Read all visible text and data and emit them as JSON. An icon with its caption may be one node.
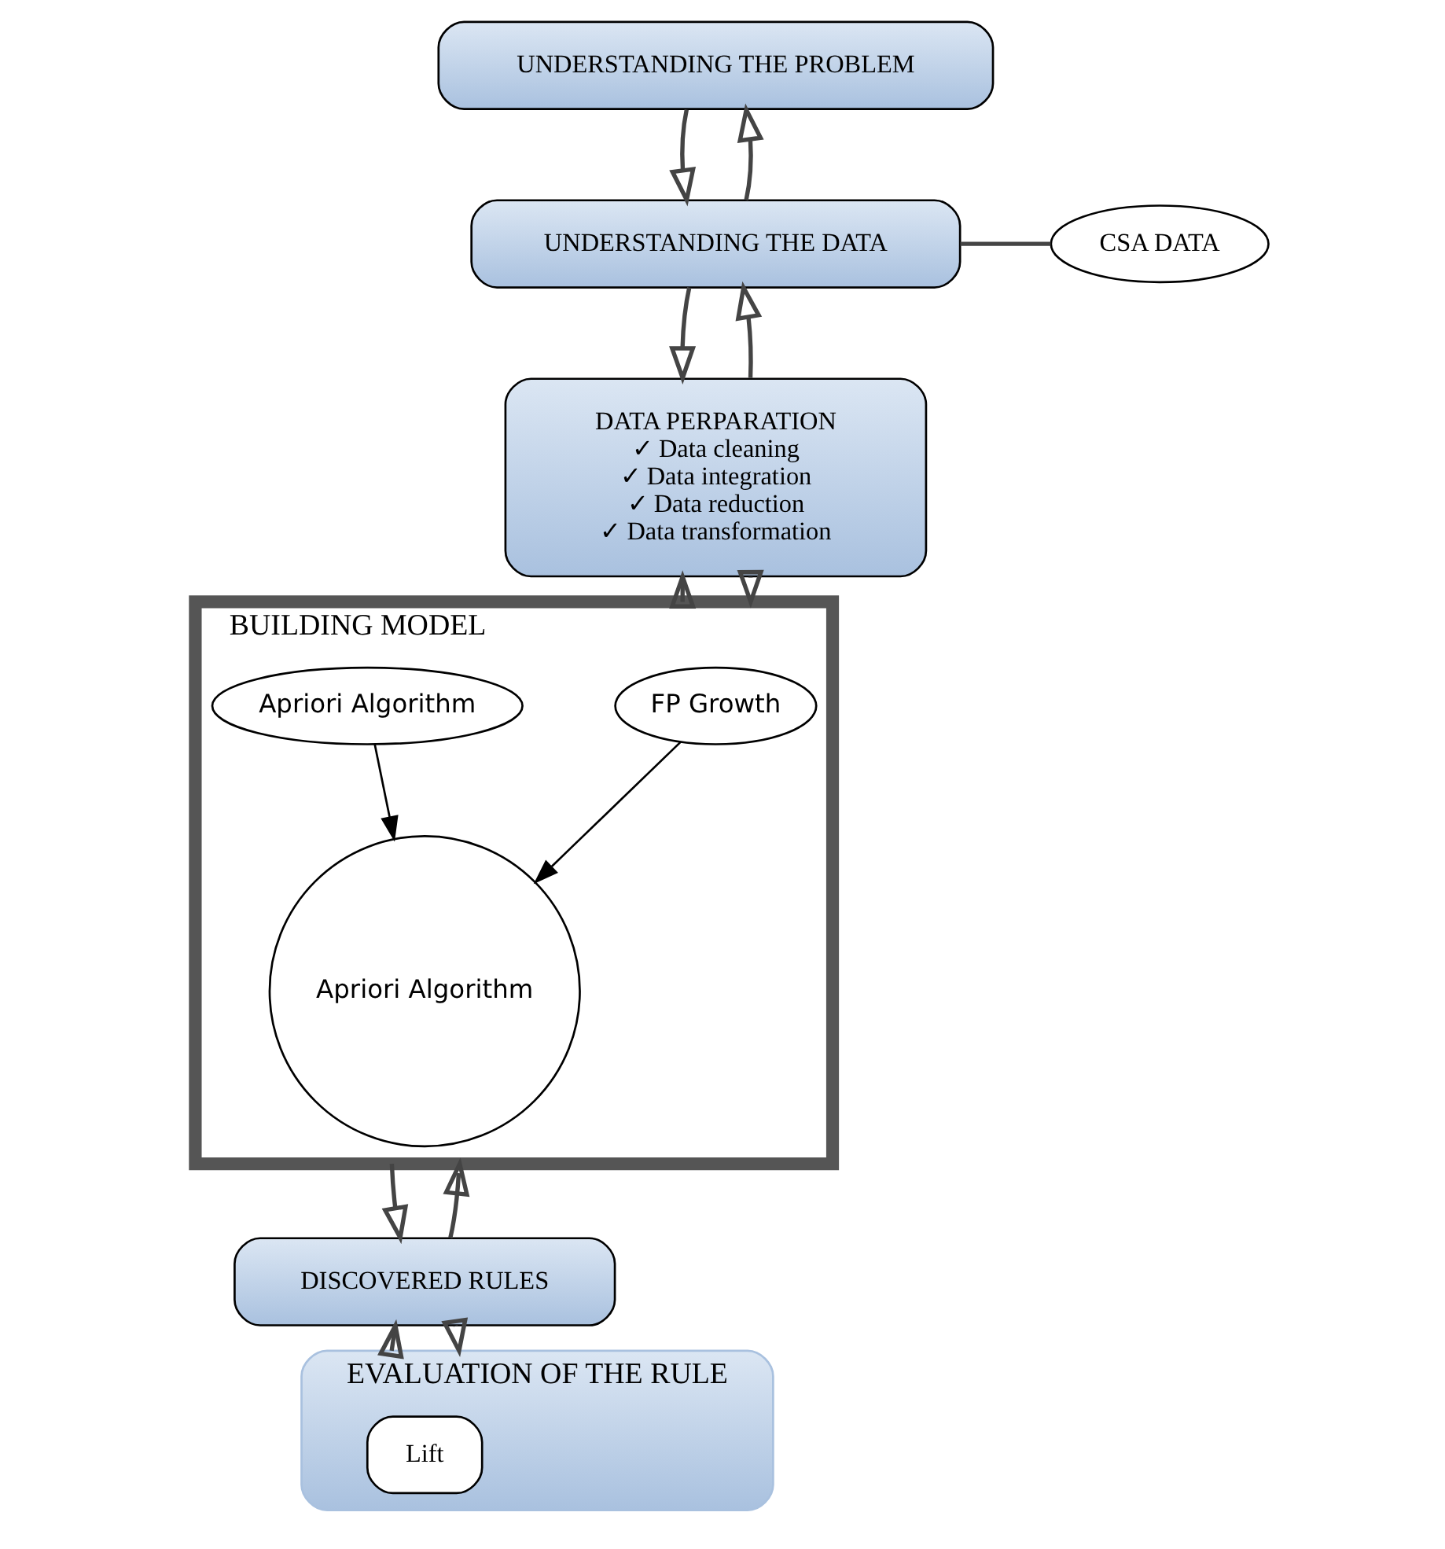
{
  "diagram": {
    "nodes": [
      {
        "text": [
          "UNDERSTANDING THE PROBLEM"
        ]
      },
      {
        "text": [
          "CSA DATA"
        ]
      },
      {
        "text": [
          "UNDERSTANDING THE DATA"
        ]
      },
      {
        "text": [
          "DATA PERPARATION",
          "✓ Data cleaning",
          "✓ Data integration",
          "✓ Data reduction",
          "✓ Data transformation"
        ]
      },
      {
        "text": [
          "BUILDING MODEL"
        ]
      },
      {
        "text": [
          "FP Growth"
        ],
        "in": 4
      },
      {
        "text": [
          "Apriori Algorithm"
        ],
        "in": 4
      },
      {
        "text": [
          "Apriori Algorithm"
        ],
        "in": 4
      },
      {
        "text": [
          "DISCOVERED RULES"
        ]
      },
      {
        "text": [
          "EVALUATION OF THE RULE"
        ]
      },
      {
        "text": [
          "Lift"
        ],
        "in": 9
      }
    ],
    "edges": [
      {
        "from": 2,
        "to": 0,
        "arrow": "to"
      },
      {
        "from": 0,
        "to": 2,
        "arrow": "to"
      },
      {
        "from": 1,
        "to": 2,
        "arrow": "none"
      },
      {
        "from": 3,
        "to": 2,
        "arrow": "to"
      },
      {
        "from": 2,
        "to": 3,
        "arrow": "to"
      },
      {
        "from": 4,
        "to": 3,
        "arrow": "to"
      },
      {
        "from": 3,
        "to": 4,
        "arrow": "to"
      },
      {
        "from": 5,
        "to": 7,
        "arrow": "to"
      },
      {
        "from": 6,
        "to": 7,
        "arrow": "to"
      },
      {
        "from": 4,
        "to": 8,
        "arrow": "to"
      },
      {
        "from": 8,
        "to": 4,
        "arrow": "to"
      },
      {
        "from": 9,
        "to": 8,
        "arrow": "to"
      },
      {
        "from": 8,
        "to": 9,
        "arrow": "to"
      }
    ]
  }
}
